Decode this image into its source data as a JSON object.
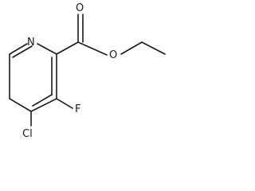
{
  "molecule": {
    "atoms": {
      "nitrogen": "N",
      "ether_oxygen": "O",
      "carbonyl_oxygen": "O",
      "fluorine": "F",
      "chlorine": "Cl"
    }
  }
}
